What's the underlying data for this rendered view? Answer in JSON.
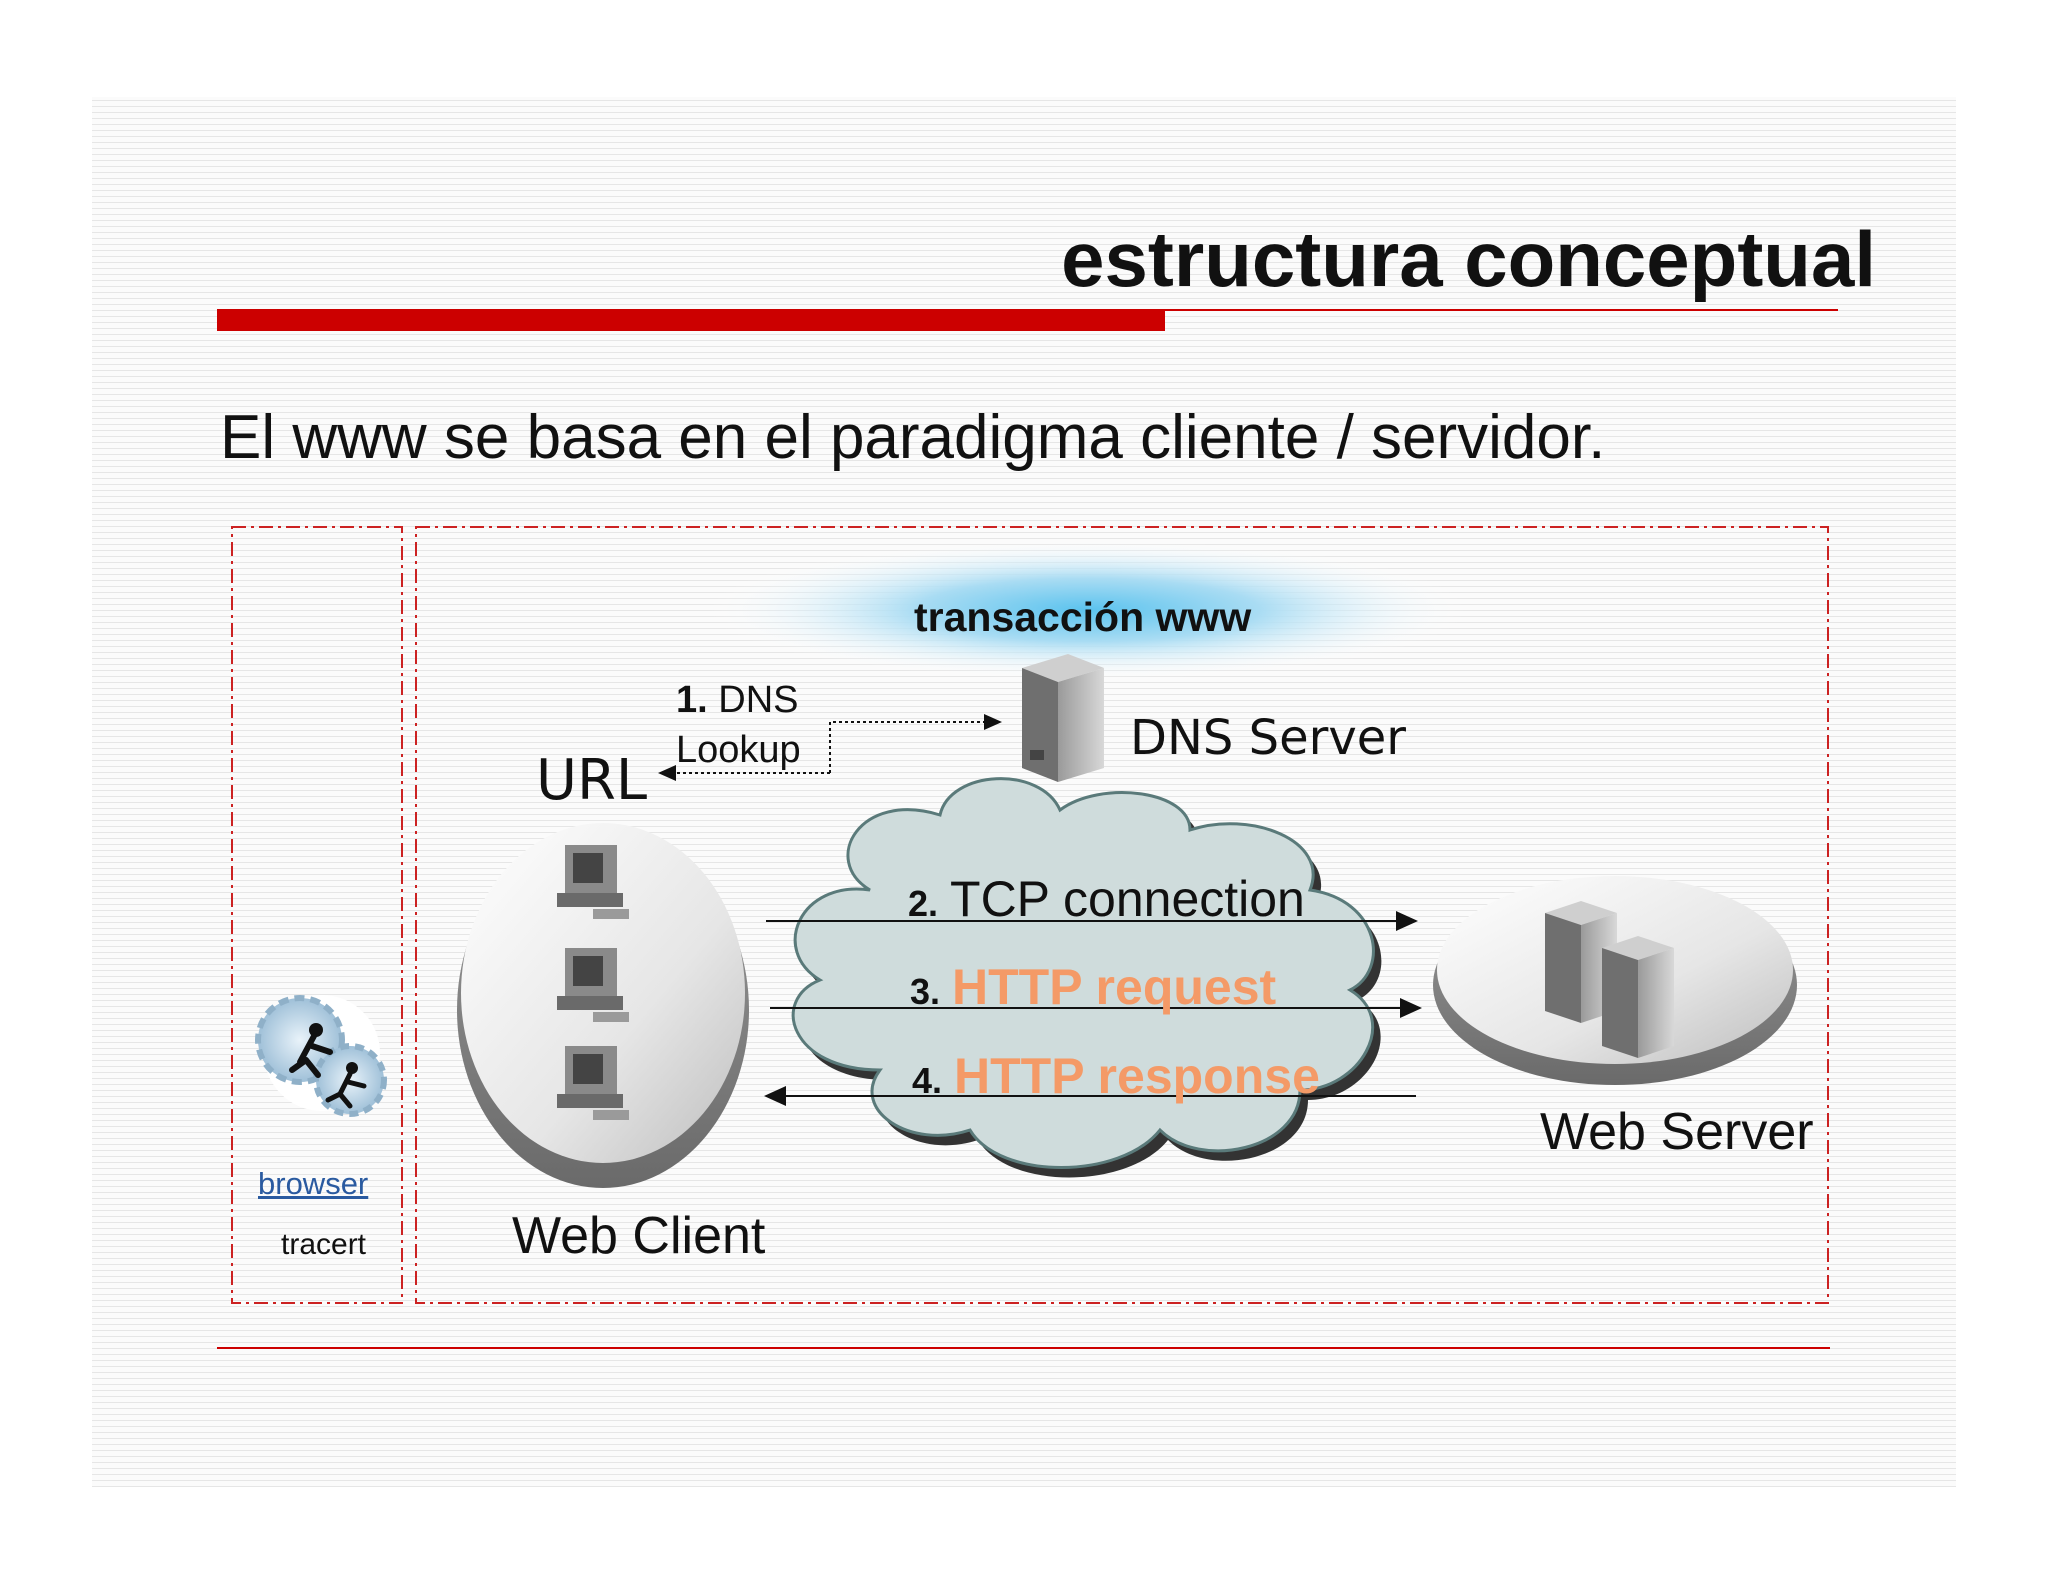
{
  "slide": {
    "title": "estructura conceptual",
    "subtitle": "El www se basa en el paradigma cliente / servidor."
  },
  "diagram": {
    "cloud_label": "transacción www",
    "dns_lookup": {
      "number": "1.",
      "line1": "DNS",
      "line2": "Lookup"
    },
    "url_label": "URL",
    "dns_server_label": "DNS Server",
    "steps": [
      {
        "number": "2.",
        "text": "TCP connection",
        "color": "#111111"
      },
      {
        "number": "3.",
        "text": "HTTP request",
        "color": "#f49a67"
      },
      {
        "number": "4.",
        "text": "HTTP response",
        "color": "#f49a67"
      }
    ],
    "web_server_label": "Web Server",
    "web_client_label": "Web Client"
  },
  "sidebar": {
    "browser_link": "browser",
    "tracert_label": "tracert"
  },
  "colors": {
    "accent_red": "#cc0000",
    "orange_text": "#f49a67",
    "cloud_fill": "#cfdcdc",
    "cloud_stroke": "#5a7a7a",
    "link_blue": "#2a5aa0"
  },
  "icons": [
    "server-icon",
    "computer-icon",
    "business-people-gears-icon",
    "arrow-right-icon",
    "arrow-left-icon"
  ]
}
